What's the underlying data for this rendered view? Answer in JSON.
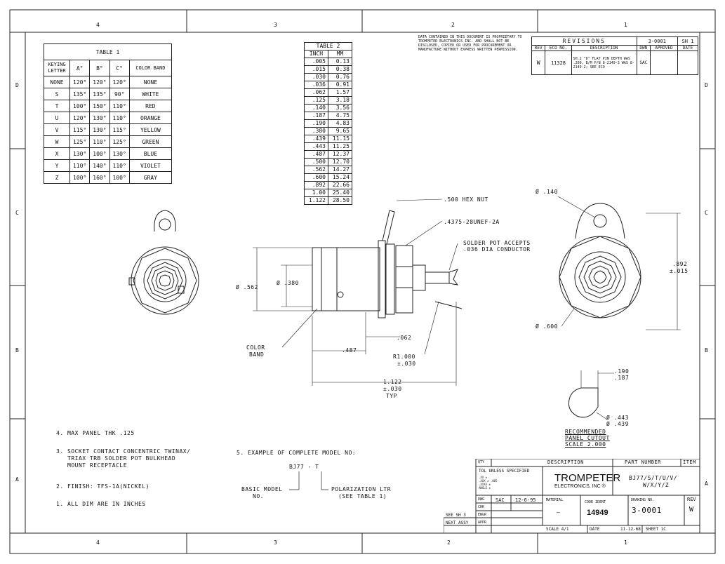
{
  "zones": {
    "top": [
      "4",
      "3",
      "2",
      "1"
    ],
    "bottom": [
      "4",
      "3",
      "2",
      "1"
    ],
    "left": [
      "D",
      "C",
      "B",
      "A"
    ],
    "right": [
      "D",
      "C",
      "B",
      "A"
    ]
  },
  "table1": {
    "title": "TABLE 1",
    "headers": [
      "KEYING LETTER",
      "A°",
      "B°",
      "C°",
      "COLOR BAND"
    ],
    "rows": [
      [
        "NONE",
        "120°",
        "120°",
        "120°",
        "NONE"
      ],
      [
        "S",
        "135°",
        "135°",
        "90°",
        "WHITE"
      ],
      [
        "T",
        "100°",
        "150°",
        "110°",
        "RED"
      ],
      [
        "U",
        "120°",
        "130°",
        "110°",
        "ORANGE"
      ],
      [
        "V",
        "115°",
        "130°",
        "115°",
        "YELLOW"
      ],
      [
        "W",
        "125°",
        "110°",
        "125°",
        "GREEN"
      ],
      [
        "X",
        "130°",
        "100°",
        "130°",
        "BLUE"
      ],
      [
        "Y",
        "110°",
        "140°",
        "110°",
        "VIOLET"
      ],
      [
        "Z",
        "100°",
        "160°",
        "100°",
        "GRAY"
      ]
    ]
  },
  "table2": {
    "title": "TABLE 2",
    "headers": [
      "INCH",
      "MM"
    ],
    "rows": [
      [
        ".005",
        "0.13"
      ],
      [
        ".015",
        "0.38"
      ],
      [
        ".030",
        "0.76"
      ],
      [
        ".036",
        "0.91"
      ],
      [
        ".062",
        "1.57"
      ],
      [
        ".125",
        "3.18"
      ],
      [
        ".140",
        "3.56"
      ],
      [
        ".187",
        "4.75"
      ],
      [
        ".190",
        "4.83"
      ],
      [
        ".380",
        "9.65"
      ],
      [
        ".439",
        "11.15"
      ],
      [
        ".443",
        "11.25"
      ],
      [
        ".487",
        "12.37"
      ],
      [
        ".500",
        "12.70"
      ],
      [
        ".562",
        "14.27"
      ],
      [
        ".600",
        "15.24"
      ],
      [
        ".892",
        "22.66"
      ],
      [
        "1.00",
        "25.40"
      ],
      [
        "1.122",
        "28.50"
      ]
    ]
  },
  "proprietary": "DATA CONTAINED IN THIS DOCUMENT IS PROPRIETARY TO TROMPETER ELECTRONICS INC. AND SHALL NOT BE DISCLOSED, COPIED OR USED FOR PROCUREMENT OR MANUFACTURE WITHOUT EXPRESS WRITTEN PERMISSION.",
  "revisions": {
    "title": "REVISIONS",
    "doc": "3-0001",
    "sheet": "SH 1",
    "headers": [
      "REV",
      "ECO NO.",
      "DESCRIPTION",
      "DWN",
      "APROVED",
      "DATE"
    ],
    "row": {
      "rev": "W",
      "eco": "11328",
      "desc": "SH.2 \"D\" FLAT PIN DEPTH WAS .200, B/M P/N 8-2149-3 WAS 8-2149-2; SEE ECO",
      "dwn": "SAC",
      "approved": "",
      "date": ""
    }
  },
  "labels": {
    "hexnut": ".500 HEX NUT",
    "thread": ".4375-28UNEF-2A",
    "solder1": "SOLDER POT ACCEPTS",
    "solder2": ".036 DIA CONDUCTOR",
    "dia562": "Ø .562",
    "dia380": "Ø .380",
    "d062": ".062",
    "d487": ".487",
    "r1": "R1.000",
    "r2": "±.030",
    "len1": "1.122",
    "len2": "±.030",
    "len3": "TYP",
    "band1": "COLOR",
    "band2": "BAND",
    "dia140": "Ø .140",
    "dia600": "Ø .600",
    "d892a": ".892",
    "d892b": "±.015",
    "d190": ".190",
    "d187": ".187",
    "d443": "Ø .443",
    "d439": "Ø .439",
    "rec1": "RECOMMENDED",
    "rec2": "PANEL CUTOUT",
    "rec3": "SCALE 2.000"
  },
  "notes": [
    "4. MAX PANEL THK .125",
    "3. SOCKET CONTACT CONCENTRIC TWINAX/",
    "TRIAX TRB SOLDER POT BULKHEAD",
    "MOUNT RECEPTACLE",
    "2. FINISH: TFS-1A(NICKEL)",
    "1. ALL DIM ARE IN INCHES"
  ],
  "example": {
    "title": "5. EXAMPLE OF COMPLETE MODEL NO:",
    "model": "BJ77 - T",
    "basic1": "BASIC MODEL",
    "basic2": "NO.",
    "pol1": "POLARIZATION LTR",
    "pol2": "(SEE TABLE 1)"
  },
  "titleblock": {
    "qty": "QTY",
    "description": "DESCRIPTION",
    "partnumber": "PART NUMBER",
    "item": "ITEM",
    "tol": "TOL UNLESS SPECIFIED",
    "tol_lines": [
      ".XX ±",
      ".XXX ± .005",
      ".XXXX ±",
      "ANGLE ±"
    ],
    "company": "TROMPETER",
    "company2": "ELECTRONICS, INC ®",
    "part": "BJ77/S/T/U/V/",
    "part2": "W/X/Y/Z",
    "dwg": "DWG",
    "dwg_by": "SAC",
    "dwg_date": "12-6-95",
    "chk": "CHK",
    "engr": "ENGR",
    "appr": "APPR",
    "seesh": "SEE SH 3",
    "nextassy": "NEXT ASSY",
    "material": "MATERIAL",
    "dash": "—",
    "codeident": "CODE IDENT",
    "code": "14949",
    "drawingno": "DRAWING NO.",
    "drawing": "3-0001",
    "rev": "REV",
    "revval": "W",
    "scale": "SCALE 4/1",
    "date": "DATE",
    "dateval": "11-12-68",
    "sheet": "SHEET 1C"
  }
}
